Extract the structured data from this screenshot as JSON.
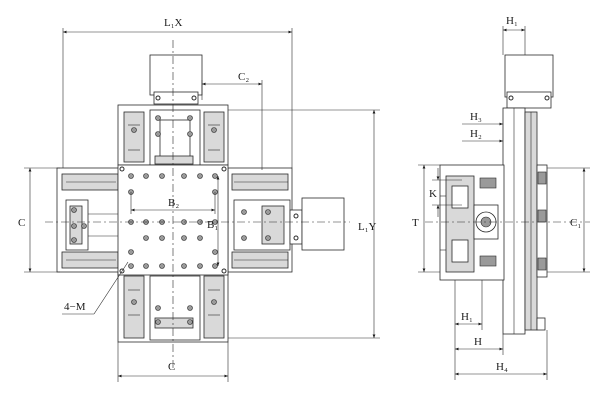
{
  "labels": {
    "l1x": "L₁X",
    "c2": "C₂",
    "c_left": "C",
    "c_bottom": "C",
    "b2": "B₂",
    "b1": "B₁",
    "l1y": "L₁Y",
    "m4": "4−M",
    "h1_top": "H₁",
    "h3": "H₃",
    "h2": "H₂",
    "k": "K",
    "t": "T",
    "c1": "C₁",
    "h1_low": "H₁",
    "h": "H",
    "h4": "H₄"
  }
}
